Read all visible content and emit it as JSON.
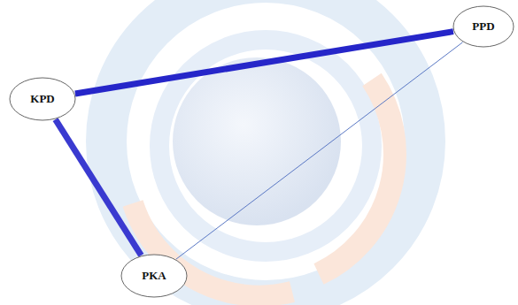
{
  "diagram": {
    "nodes": [
      {
        "text": [
          "KPD"
        ]
      },
      {
        "text": [
          "PPD"
        ]
      },
      {
        "text": [
          "PKA"
        ]
      }
    ],
    "edges": [
      {
        "from": 0,
        "to": 1,
        "arrow": "none"
      },
      {
        "from": 0,
        "to": 2,
        "arrow": "none"
      },
      {
        "from": 1,
        "to": 2,
        "arrow": "none"
      }
    ]
  }
}
